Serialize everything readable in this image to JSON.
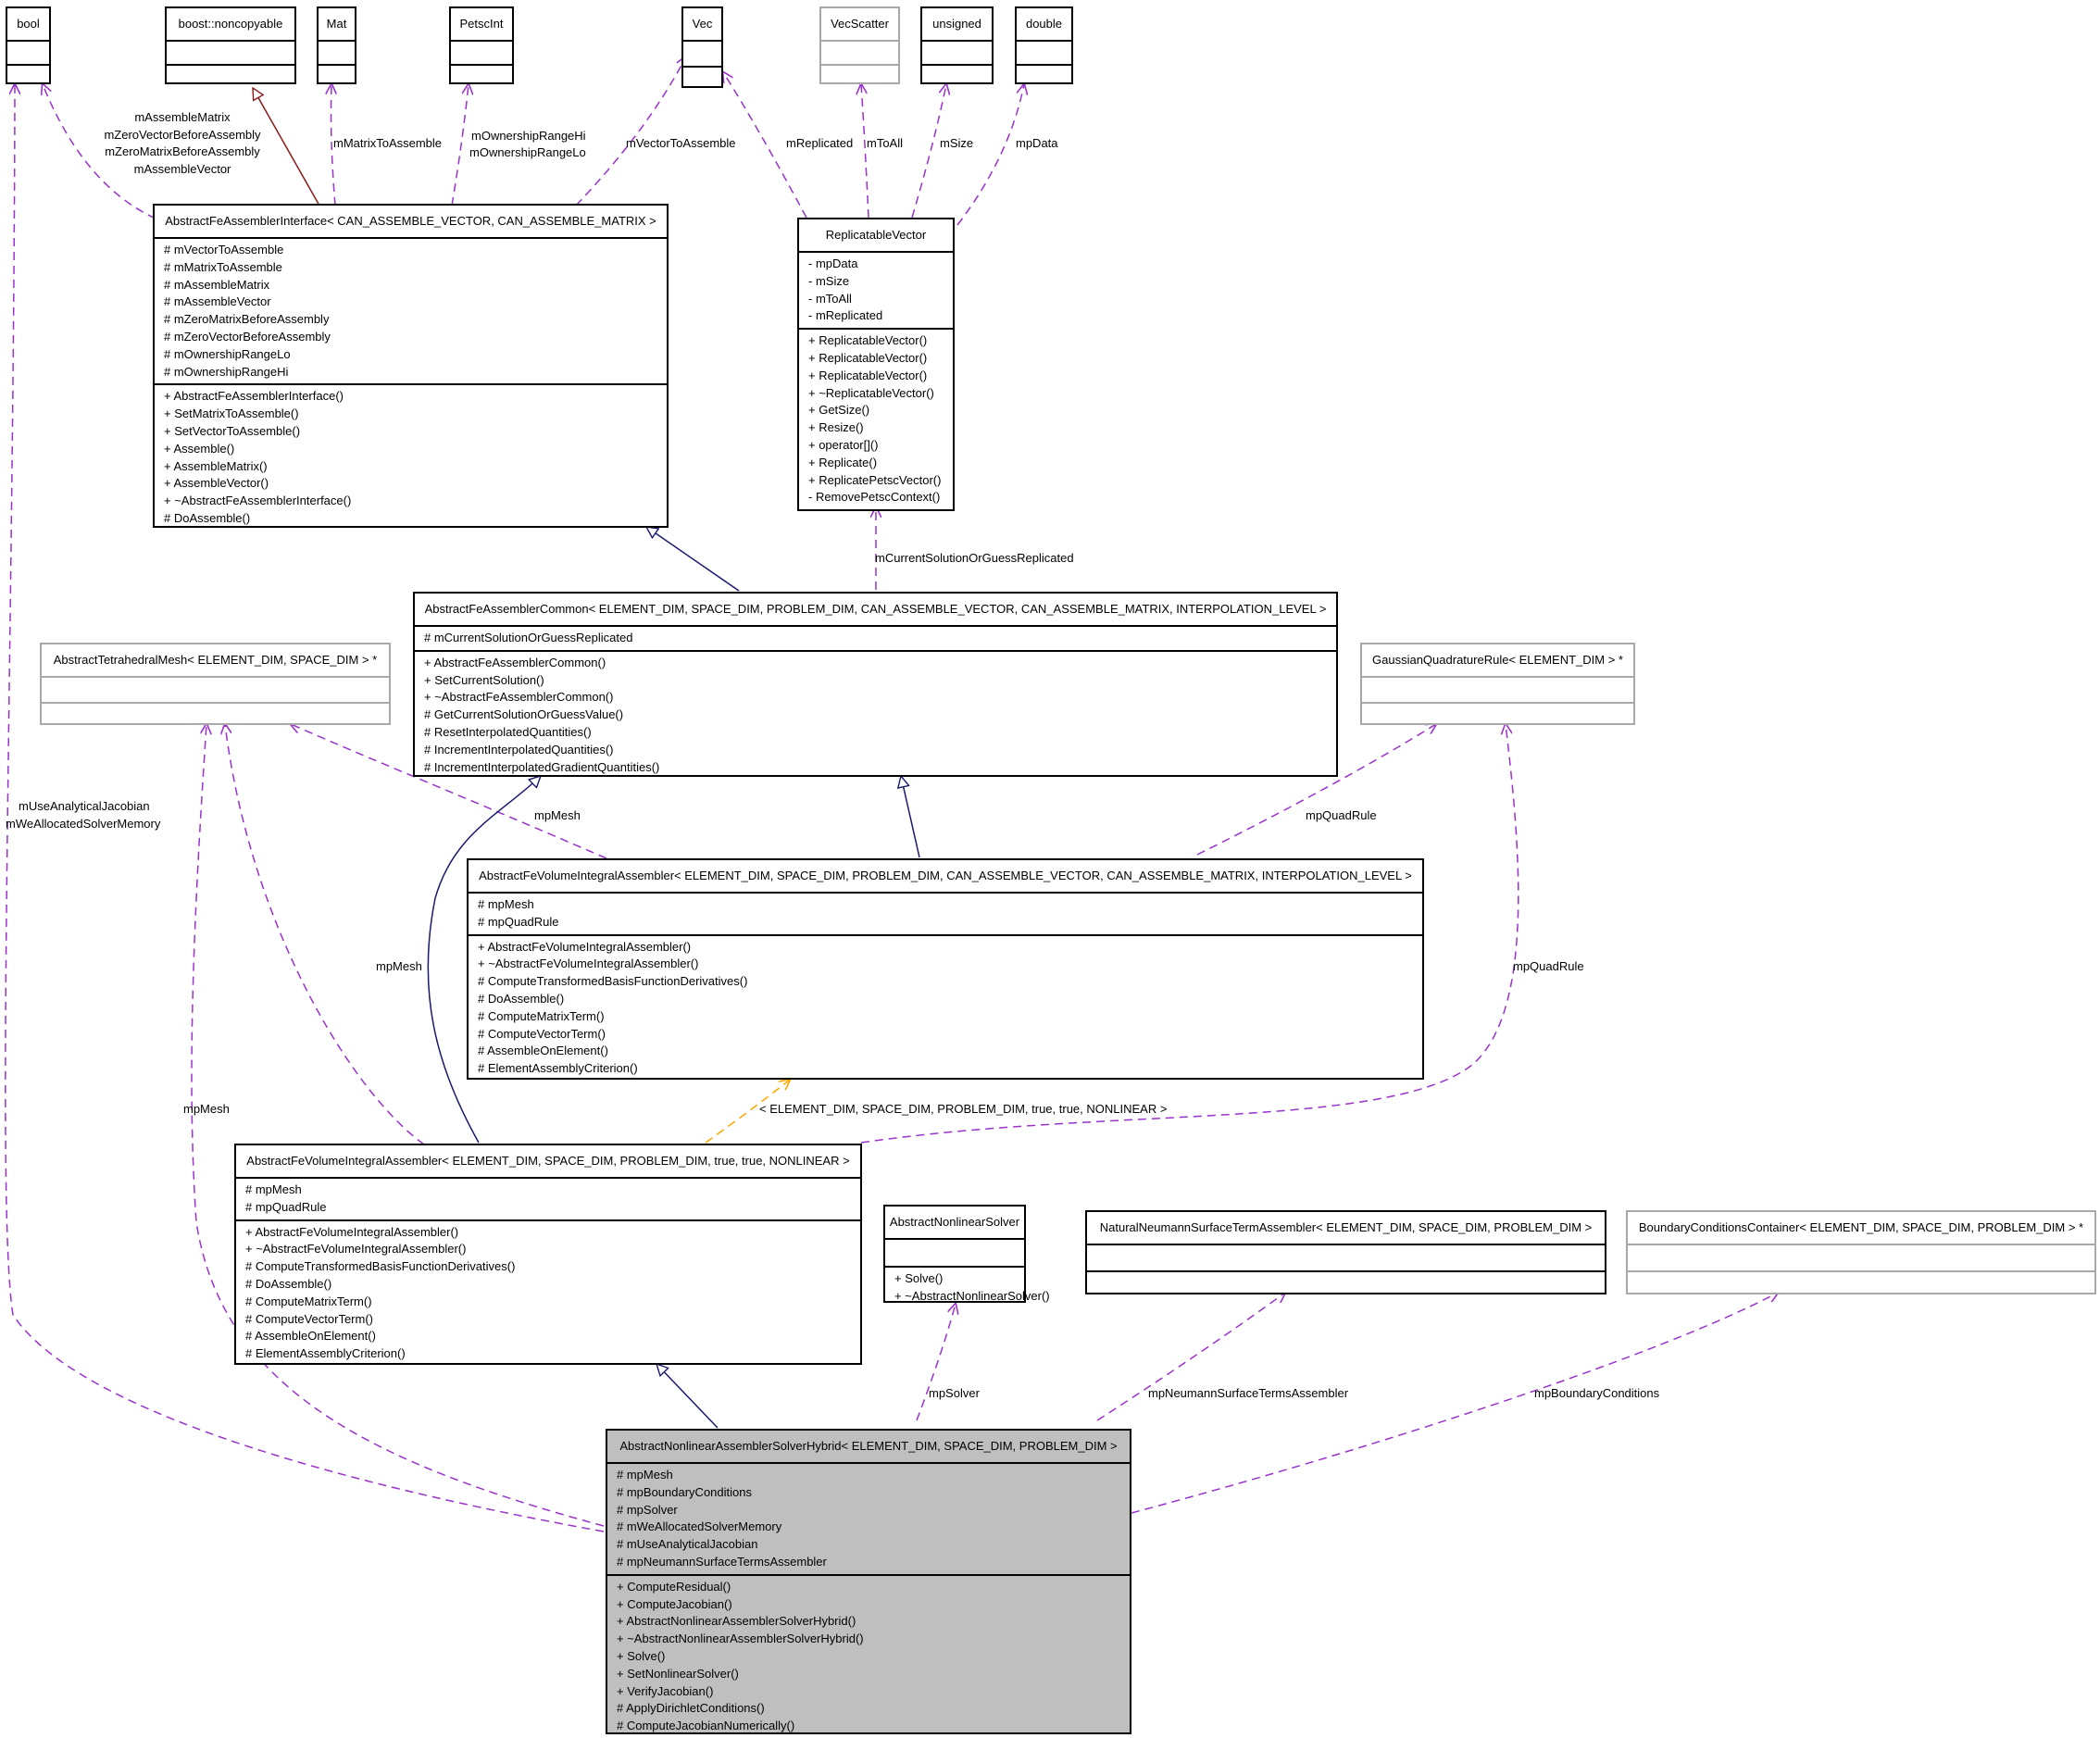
{
  "classes": [
    {
      "id": "bool",
      "title": "bool",
      "attributes": [],
      "methods": []
    },
    {
      "id": "noncopyable",
      "title": "boost::noncopyable",
      "attributes": [],
      "methods": []
    },
    {
      "id": "mat",
      "title": "Mat",
      "attributes": [],
      "methods": []
    },
    {
      "id": "petscint",
      "title": "PetscInt",
      "attributes": [],
      "methods": []
    },
    {
      "id": "vec",
      "title": "Vec",
      "attributes": [],
      "methods": []
    },
    {
      "id": "vecscatter",
      "title": "VecScatter",
      "attributes": [],
      "methods": []
    },
    {
      "id": "unsigned",
      "title": "unsigned",
      "attributes": [],
      "methods": []
    },
    {
      "id": "double",
      "title": "double",
      "attributes": [],
      "methods": []
    },
    {
      "id": "assembler_interface",
      "title": "AbstractFeAssemblerInterface< CAN_ASSEMBLE_VECTOR, CAN_ASSEMBLE_MATRIX >",
      "attributes": [
        "# mVectorToAssemble",
        "# mMatrixToAssemble",
        "# mAssembleMatrix",
        "# mAssembleVector",
        "# mZeroMatrixBeforeAssembly",
        "# mZeroVectorBeforeAssembly",
        "# mOwnershipRangeLo",
        "# mOwnershipRangeHi"
      ],
      "methods": [
        "+ AbstractFeAssemblerInterface()",
        "+ SetMatrixToAssemble()",
        "+ SetVectorToAssemble()",
        "+ Assemble()",
        "+ AssembleMatrix()",
        "+ AssembleVector()",
        "+ ~AbstractFeAssemblerInterface()",
        "# DoAssemble()"
      ]
    },
    {
      "id": "replicatable_vector",
      "title": "ReplicatableVector",
      "attributes": [
        "- mpData",
        "- mSize",
        "- mToAll",
        "- mReplicated"
      ],
      "methods": [
        "+ ReplicatableVector()",
        "+ ReplicatableVector()",
        "+ ReplicatableVector()",
        "+ ~ReplicatableVector()",
        "+ GetSize()",
        "+ Resize()",
        "+ operator[]()",
        "+ Replicate()",
        "+ ReplicatePetscVector()",
        "- RemovePetscContext()"
      ]
    },
    {
      "id": "assembler_common",
      "title": "AbstractFeAssemblerCommon< ELEMENT_DIM, SPACE_DIM, PROBLEM_DIM, CAN_ASSEMBLE_VECTOR, CAN_ASSEMBLE_MATRIX, INTERPOLATION_LEVEL >",
      "attributes": [
        "# mCurrentSolutionOrGuessReplicated"
      ],
      "methods": [
        "+ AbstractFeAssemblerCommon()",
        "+ SetCurrentSolution()",
        "+ ~AbstractFeAssemblerCommon()",
        "# GetCurrentSolutionOrGuessValue()",
        "# ResetInterpolatedQuantities()",
        "# IncrementInterpolatedQuantities()",
        "# IncrementInterpolatedGradientQuantities()"
      ]
    },
    {
      "id": "tetrahedral_mesh",
      "title": "AbstractTetrahedralMesh< ELEMENT_DIM, SPACE_DIM > *",
      "attributes": [],
      "methods": []
    },
    {
      "id": "gaussian_rule",
      "title": "GaussianQuadratureRule< ELEMENT_DIM > *",
      "attributes": [],
      "methods": []
    },
    {
      "id": "volume_integral_template",
      "title": "AbstractFeVolumeIntegralAssembler< ELEMENT_DIM, SPACE_DIM, PROBLEM_DIM, CAN_ASSEMBLE_VECTOR, CAN_ASSEMBLE_MATRIX, INTERPOLATION_LEVEL >",
      "attributes": [
        "# mpMesh",
        "# mpQuadRule"
      ],
      "methods": [
        "+ AbstractFeVolumeIntegralAssembler()",
        "+ ~AbstractFeVolumeIntegralAssembler()",
        "# ComputeTransformedBasisFunctionDerivatives()",
        "# DoAssemble()",
        "# ComputeMatrixTerm()",
        "# ComputeVectorTerm()",
        "# AssembleOnElement()",
        "# ElementAssemblyCriterion()"
      ]
    },
    {
      "id": "volume_integral_instance",
      "title": "AbstractFeVolumeIntegralAssembler< ELEMENT_DIM, SPACE_DIM, PROBLEM_DIM, true, true, NONLINEAR >",
      "attributes": [
        "# mpMesh",
        "# mpQuadRule"
      ],
      "methods": [
        "+ AbstractFeVolumeIntegralAssembler()",
        "+ ~AbstractFeVolumeIntegralAssembler()",
        "# ComputeTransformedBasisFunctionDerivatives()",
        "# DoAssemble()",
        "# ComputeMatrixTerm()",
        "# ComputeVectorTerm()",
        "# AssembleOnElement()",
        "# ElementAssemblyCriterion()"
      ]
    },
    {
      "id": "nonlinear_solver",
      "title": "AbstractNonlinearSolver",
      "attributes": [],
      "methods": [
        "+ Solve()",
        "+ ~AbstractNonlinearSolver()"
      ]
    },
    {
      "id": "neumann_assembler",
      "title": "NaturalNeumannSurfaceTermAssembler< ELEMENT_DIM, SPACE_DIM, PROBLEM_DIM >",
      "attributes": [],
      "methods": []
    },
    {
      "id": "bc_container",
      "title": "BoundaryConditionsContainer< ELEMENT_DIM, SPACE_DIM, PROBLEM_DIM > *",
      "attributes": [],
      "methods": []
    },
    {
      "id": "solver_hybrid",
      "title": "AbstractNonlinearAssemblerSolverHybrid< ELEMENT_DIM, SPACE_DIM, PROBLEM_DIM >",
      "attributes": [
        "# mpMesh",
        "# mpBoundaryConditions",
        "# mpSolver",
        "# mWeAllocatedSolverMemory",
        "# mUseAnalyticalJacobian",
        "# mpNeumannSurfaceTermsAssembler"
      ],
      "methods": [
        "+ ComputeResidual()",
        "+ ComputeJacobian()",
        "+ AbstractNonlinearAssemblerSolverHybrid()",
        "+ ~AbstractNonlinearAssemblerSolverHybrid()",
        "+ Solve()",
        "+ SetNonlinearSolver()",
        "+ VerifyJacobian()",
        "# ApplyDirichletConditions()",
        "# ComputeJacobianNumerically()"
      ]
    }
  ],
  "edge_labels": {
    "bool_to_interface": [
      "mAssembleMatrix",
      "mZeroVectorBeforeAssembly",
      "mZeroMatrixBeforeAssembly",
      "mAssembleVector"
    ],
    "mat_to_interface": [
      "mMatrixToAssemble"
    ],
    "petscint_to_interface": [
      "mOwnershipRangeHi",
      "mOwnershipRangeLo"
    ],
    "vec_to_interface": [
      "mVectorToAssemble"
    ],
    "vec_to_replicatable": [
      "mReplicated"
    ],
    "vecscatter_to_replicatable": [
      "mToAll"
    ],
    "unsigned_to_replicatable": [
      "mSize"
    ],
    "double_to_replicatable": [
      "mpData"
    ],
    "replicatable_to_common": [
      "mCurrentSolutionOrGuessReplicated"
    ],
    "bool_to_hybrid": [
      "mUseAnalyticalJacobian",
      "mWeAllocatedSolverMemory"
    ],
    "mesh_to_volume_template": [
      "mpMesh"
    ],
    "quadrule_to_volume_template": [
      "mpQuadRule"
    ],
    "mesh_to_volume_instance": [
      "mpMesh"
    ],
    "quadrule_to_volume_instance": [
      "mpQuadRule"
    ],
    "mesh_to_hybrid": [
      "mpMesh"
    ],
    "template_binding": [
      "< ELEMENT_DIM, SPACE_DIM, PROBLEM_DIM, true, true, NONLINEAR >"
    ],
    "solver_to_hybrid": [
      "mpSolver"
    ],
    "neumann_to_hybrid": [
      "mpNeumannSurfaceTermsAssembler"
    ],
    "bc_to_hybrid": [
      "mpBoundaryConditions"
    ]
  },
  "colors": {
    "inheritance": "#191970",
    "private_inheritance": "#8b1a1a",
    "usage": "#9a32cd",
    "template_instance": "#ffa500",
    "focus_fill": "#bfbfbf",
    "undocumented_border": "#a8a8a8"
  }
}
